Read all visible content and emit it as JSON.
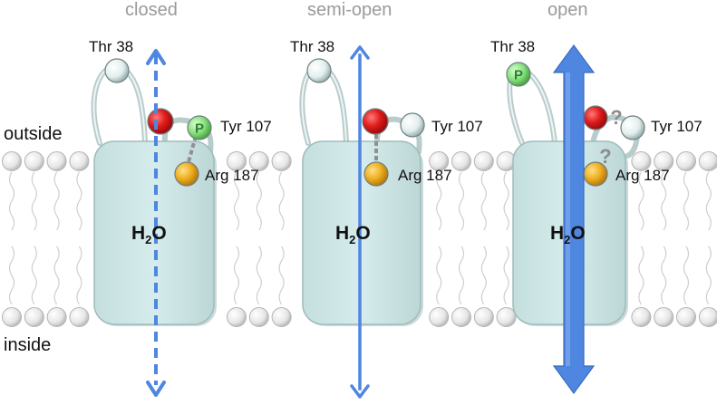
{
  "states": [
    {
      "title": "closed",
      "channel": "closed"
    },
    {
      "title": "semi-open",
      "channel": "semi-open"
    },
    {
      "title": "open",
      "channel": "open"
    }
  ],
  "sides": {
    "outside": "outside",
    "inside": "inside"
  },
  "water": {
    "main": "H",
    "sub": "2",
    "tail": "O"
  },
  "residues": {
    "thr": "Thr 38",
    "tyr": "Tyr 107",
    "arg": "Arg 187"
  },
  "phospho_symbol": "P",
  "unknown_symbol": "?",
  "colors": {
    "protein": "#cfe6e6",
    "protein_stroke": "#9fbcbc",
    "arrow": "#4f86e0",
    "red_residue": "#e01a1a",
    "orange_residue": "#f0b020",
    "phospho": "#86e07e",
    "lipid": "#e6e6e6",
    "title": "#9a9a9a"
  }
}
